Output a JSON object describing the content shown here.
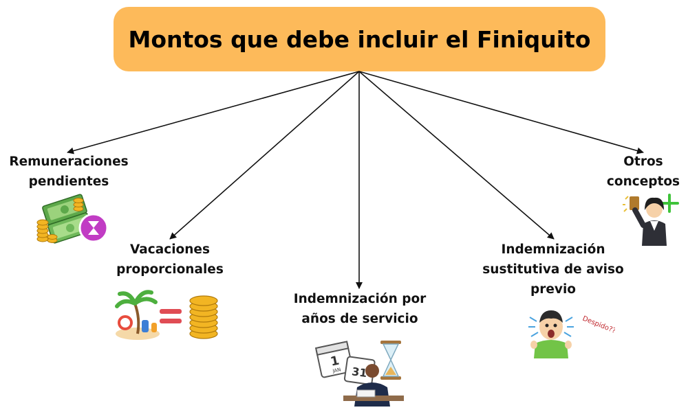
{
  "colors": {
    "title_bg": "#FDBA5A",
    "arrow": "#111111",
    "money_green": "#6FB85A",
    "coin_gold": "#F2B523",
    "badge_purple": "#C13CC4",
    "shirt_green": "#72C447",
    "plus_green": "#3FC33A"
  },
  "title": "Montos que debe incluir el Finiquito",
  "items": {
    "remuneraciones": {
      "lines": [
        "Remuneraciones",
        "pendientes"
      ],
      "icon": "money-stack-icon"
    },
    "vacaciones": {
      "lines": [
        "Vacaciones",
        "proporcionales"
      ],
      "icon": "beach-equals-coins-icon"
    },
    "indemnizacion_anos": {
      "lines": [
        "Indemnización por",
        "años de servicio"
      ],
      "icon": "calendar-hourglass-worker-icon",
      "calendar_month": "JAN",
      "calendar_day_1": "1",
      "calendar_day_31": "31"
    },
    "indemnizacion_aviso": {
      "lines": [
        "Indemnización",
        "sustitutiva de aviso",
        "previo"
      ],
      "icon": "shocked-man-icon",
      "caption": "Despido???"
    },
    "otros": {
      "lines": [
        "Otros",
        "conceptos"
      ],
      "icon": "plus-woman-icon"
    }
  }
}
